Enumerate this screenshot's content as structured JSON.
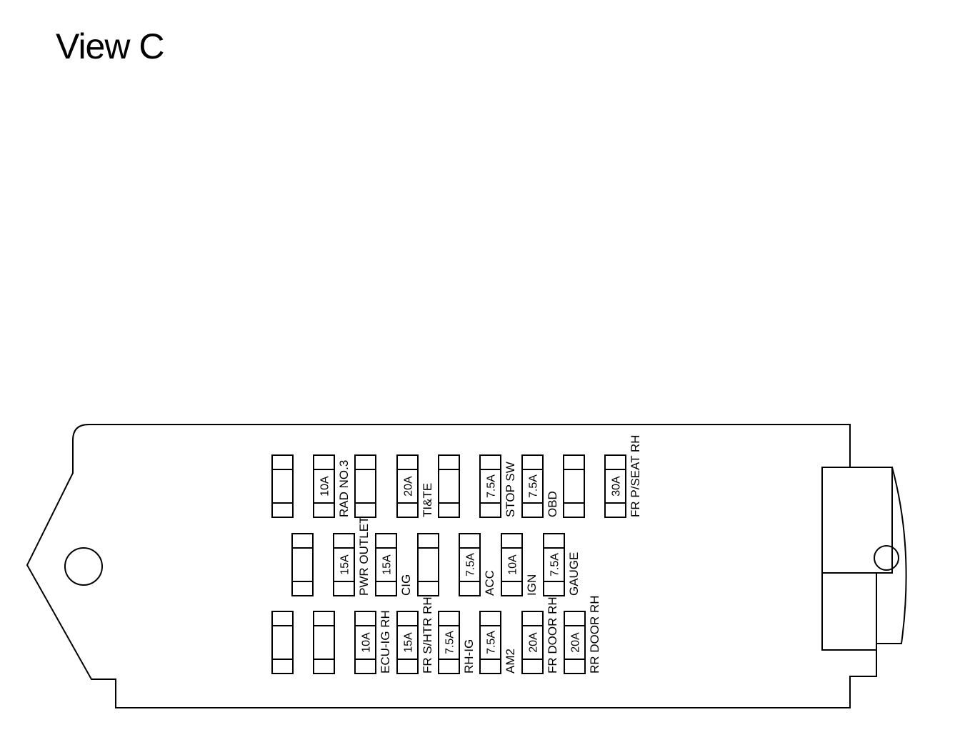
{
  "title": "View C",
  "rows": [
    {
      "fuses": [
        {
          "amp": "",
          "label": ""
        },
        {
          "amp": "10A",
          "label": "RAD NO.3"
        },
        {
          "amp": "",
          "label": ""
        },
        {
          "amp": "20A",
          "label": "TI&TE"
        },
        {
          "amp": "",
          "label": ""
        },
        {
          "amp": "7.5A",
          "label": "STOP SW"
        },
        {
          "amp": "7.5A",
          "label": "OBD"
        },
        {
          "amp": "",
          "label": ""
        },
        {
          "amp": "30A",
          "label": "FR P/SEAT RH"
        }
      ]
    },
    {
      "fuses": [
        {
          "amp": "",
          "label": ""
        },
        {
          "amp": "15A",
          "label": "PWR OUTLET"
        },
        {
          "amp": "15A",
          "label": "CIG"
        },
        {
          "amp": "",
          "label": ""
        },
        {
          "amp": "7.5A",
          "label": "ACC"
        },
        {
          "amp": "10A",
          "label": "IGN"
        },
        {
          "amp": "7.5A",
          "label": "GAUGE"
        }
      ]
    },
    {
      "fuses": [
        {
          "amp": "",
          "label": ""
        },
        {
          "amp": "",
          "label": ""
        },
        {
          "amp": "10A",
          "label": "ECU-IG RH"
        },
        {
          "amp": "15A",
          "label": "FR S/HTR RH"
        },
        {
          "amp": "7.5A",
          "label": "RH-IG"
        },
        {
          "amp": "7.5A",
          "label": "AM2"
        },
        {
          "amp": "20A",
          "label": "FR DOOR RH"
        },
        {
          "amp": "20A",
          "label": "RR DOOR RH"
        }
      ]
    }
  ]
}
